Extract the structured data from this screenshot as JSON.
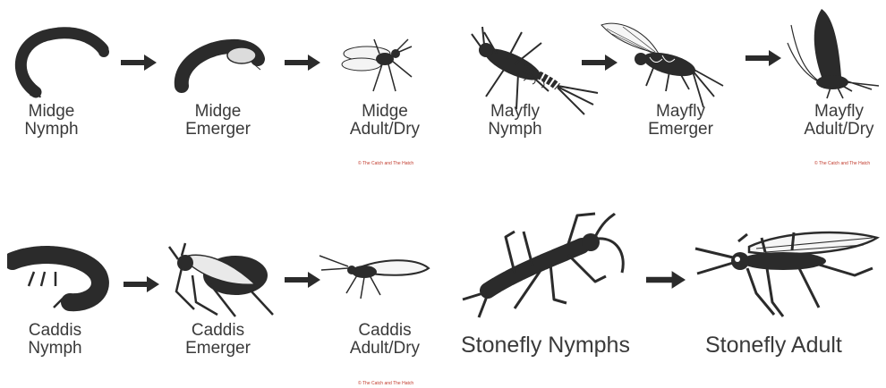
{
  "stages": {
    "midge_nymph": "Midge\nNymph",
    "midge_emerger": "Midge\nEmerger",
    "midge_adult": "Midge\nAdult/Dry",
    "mayfly_nymph": "Mayfly\nNymph",
    "mayfly_emerger": "Mayfly\nEmerger",
    "mayfly_adult": "Mayfly\nAdult/Dry",
    "caddis_nymph": "Caddis\nNymph",
    "caddis_emerger": "Caddis\nEmerger",
    "caddis_adult": "Caddis\nAdult/Dry",
    "stonefly_nymphs": "Stonefly Nymphs",
    "stonefly_adult": "Stonefly Adult"
  },
  "credits": {
    "midge": "© The Catch and The Hatch",
    "mayfly": "© The Catch and The Hatch",
    "caddis": "© The Catch and The Hatch"
  },
  "colors": {
    "insect": "#2b2b2b",
    "label": "#3a3a3a",
    "credit": "#c0392b"
  }
}
